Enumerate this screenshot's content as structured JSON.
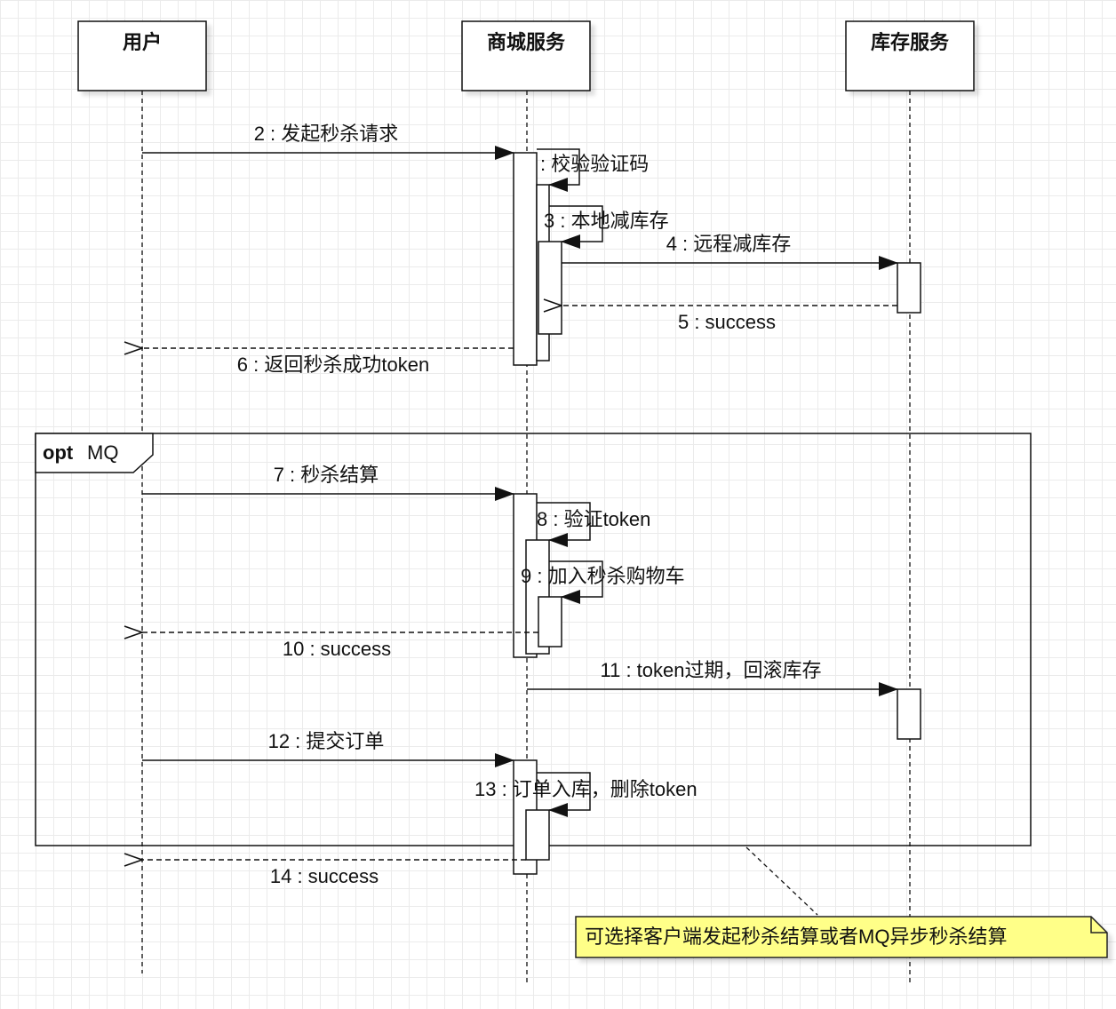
{
  "lifelines": [
    {
      "id": "user",
      "name": "用户"
    },
    {
      "id": "mall",
      "name": "商城服务"
    },
    {
      "id": "stock",
      "name": "库存服务"
    }
  ],
  "messages": [
    {
      "id": "m2",
      "label": "2 : 发起秒杀请求",
      "from": "user",
      "to": "mall",
      "kind": "sync"
    },
    {
      "id": "m1",
      "label": ": 校验验证码",
      "from": "mall",
      "to": "mall",
      "kind": "self"
    },
    {
      "id": "m3",
      "label": "3 : 本地减库存",
      "from": "mall",
      "to": "mall",
      "kind": "self"
    },
    {
      "id": "m4",
      "label": "4 : 远程减库存",
      "from": "mall",
      "to": "stock",
      "kind": "sync"
    },
    {
      "id": "m5",
      "label": "5 : success",
      "from": "stock",
      "to": "mall",
      "kind": "reply"
    },
    {
      "id": "m6",
      "label": "6 : 返回秒杀成功token",
      "from": "mall",
      "to": "user",
      "kind": "reply"
    },
    {
      "id": "m7",
      "label": "7 : 秒杀结算",
      "from": "user",
      "to": "mall",
      "kind": "sync"
    },
    {
      "id": "m8",
      "label": "8 : 验证token",
      "from": "mall",
      "to": "mall",
      "kind": "self"
    },
    {
      "id": "m9",
      "label": "9 : 加入秒杀购物车",
      "from": "mall",
      "to": "mall",
      "kind": "self"
    },
    {
      "id": "m10",
      "label": "10 : success",
      "from": "mall",
      "to": "user",
      "kind": "reply"
    },
    {
      "id": "m11",
      "label": "11 : token过期，回滚库存",
      "from": "mall",
      "to": "stock",
      "kind": "sync"
    },
    {
      "id": "m12",
      "label": "12 : 提交订单",
      "from": "user",
      "to": "mall",
      "kind": "sync"
    },
    {
      "id": "m13",
      "label": "13 : 订单入库，删除token",
      "from": "mall",
      "to": "mall",
      "kind": "self"
    },
    {
      "id": "m14",
      "label": "14 : success",
      "from": "mall",
      "to": "user",
      "kind": "reply"
    }
  ],
  "fragment": {
    "keyword": "opt",
    "guard": "MQ"
  },
  "note": {
    "text": "可选择客户端发起秒杀结算或者MQ异步秒杀结算",
    "fill": "#ffff88",
    "border": "#222222"
  },
  "colors": {
    "line": "#111111",
    "box_fill": "#ffffff",
    "grid": "#ebebeb"
  }
}
